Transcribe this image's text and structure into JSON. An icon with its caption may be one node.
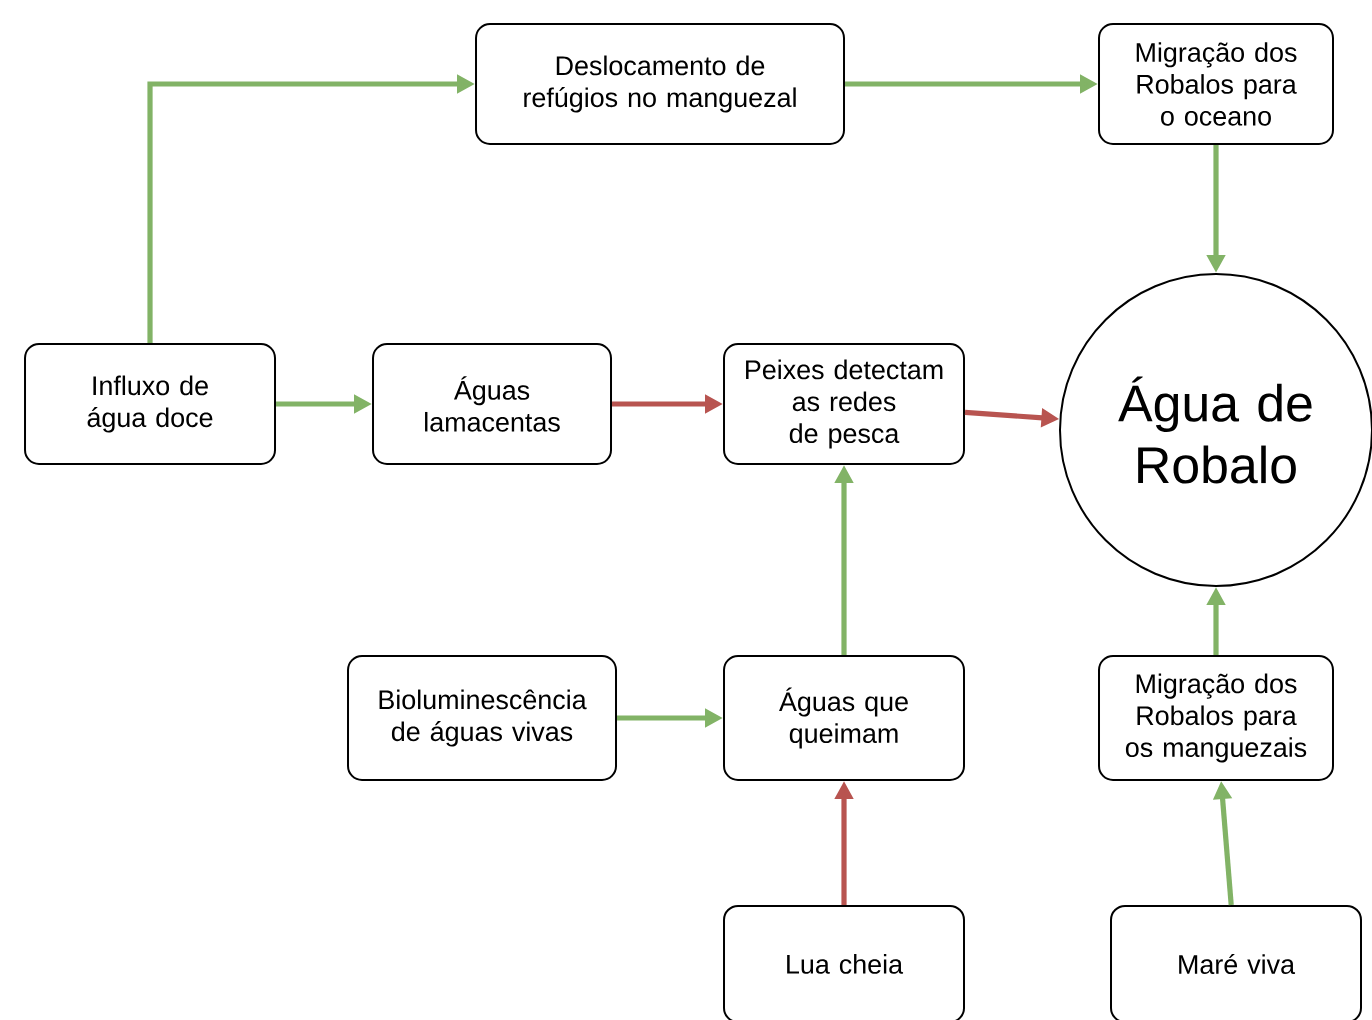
{
  "diagram": {
    "nodes": [
      {
        "text": [
          "Deslocamento de refúgios no manguezal"
        ]
      },
      {
        "text": [
          "Migração dos Robalos para o oceano"
        ]
      },
      {
        "text": [
          "Influxo de água doce"
        ]
      },
      {
        "text": [
          "Águas lamacentas"
        ]
      },
      {
        "text": [
          "Peixes detectam as redes de pesca"
        ]
      },
      {
        "text": [
          "Água de Robalo"
        ]
      },
      {
        "text": [
          "Bioluminescência de águas vivas"
        ]
      },
      {
        "text": [
          "Águas que queimam"
        ]
      },
      {
        "text": [
          "Migração dos Robalos para os manguezais"
        ]
      },
      {
        "text": [
          "Lua cheia"
        ]
      },
      {
        "text": [
          "Maré viva"
        ]
      }
    ],
    "edges": [
      {
        "from": 2,
        "to": 0,
        "arrow": "to"
      },
      {
        "from": 0,
        "to": 1,
        "arrow": "to"
      },
      {
        "from": 1,
        "to": 5,
        "arrow": "to"
      },
      {
        "from": 2,
        "to": 3,
        "arrow": "to"
      },
      {
        "from": 3,
        "to": 4,
        "arrow": "to",
        "color": "#b85450"
      },
      {
        "from": 4,
        "to": 5,
        "arrow": "to",
        "color": "#b85450"
      },
      {
        "from": 6,
        "to": 7,
        "arrow": "to"
      },
      {
        "from": 7,
        "to": 4,
        "arrow": "to"
      },
      {
        "from": 9,
        "to": 7,
        "arrow": "to",
        "color": "#b85450"
      },
      {
        "from": 10,
        "to": 8,
        "arrow": "to"
      },
      {
        "from": 8,
        "to": 5,
        "arrow": "to"
      }
    ]
  }
}
